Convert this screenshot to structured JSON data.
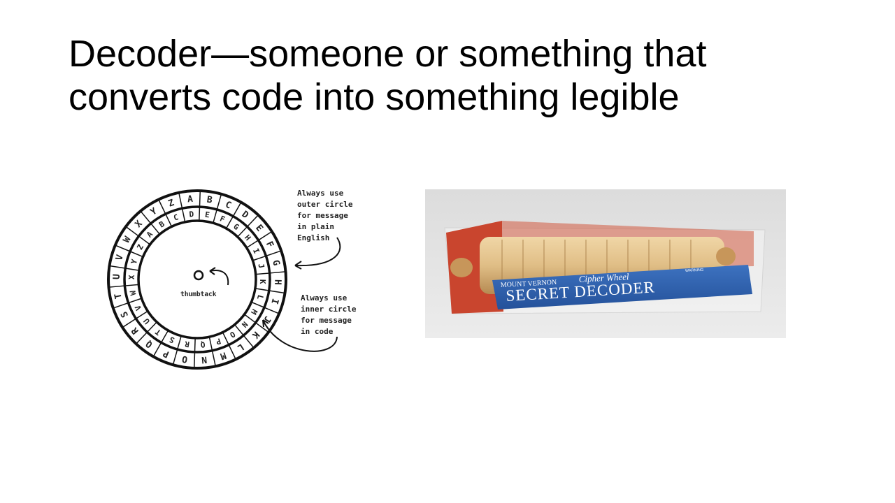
{
  "title": {
    "line1": "Decoder—someone or something that",
    "line2": "converts code into something legible"
  },
  "cipher_wheel": {
    "outer_letters": [
      "A",
      "B",
      "C",
      "D",
      "E",
      "F",
      "G",
      "H",
      "I",
      "J",
      "K",
      "L",
      "M",
      "N",
      "O",
      "P",
      "Q",
      "R",
      "S",
      "T",
      "U",
      "V",
      "W",
      "X",
      "Y",
      "Z"
    ],
    "inner_letters": [
      "D",
      "E",
      "F",
      "G",
      "H",
      "I",
      "J",
      "K",
      "L",
      "M",
      "N",
      "O",
      "P",
      "Q",
      "R",
      "S",
      "T",
      "U",
      "V",
      "W",
      "X",
      "Y",
      "Z",
      "A",
      "B",
      "C"
    ],
    "center_label": "thumbtack",
    "note_outer": [
      "Always use",
      "outer circle",
      "for message",
      "in plain",
      "English"
    ],
    "note_inner": [
      "Always use",
      "inner circle",
      "for message",
      "in code"
    ],
    "icon": "cipher-wheel-icon"
  },
  "decoder_photo": {
    "label_small": "MOUNT VERNON",
    "label_script": "Cipher Wheel",
    "label_main": "SECRET DECODER",
    "label_warning": "WARNING",
    "colors": {
      "background": "#e4e4e4",
      "band": "#2f63b0",
      "tray": "#c9452e",
      "wood": "#e0be86"
    }
  }
}
